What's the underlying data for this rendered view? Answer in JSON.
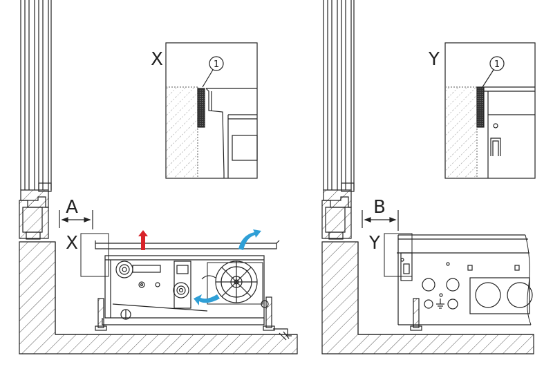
{
  "left": {
    "detail_label": "X",
    "marker_label": "X",
    "dimension_label": "A",
    "callout_number": "1"
  },
  "right": {
    "detail_label": "Y",
    "marker_label": "Y",
    "dimension_label": "B",
    "callout_number": "1"
  },
  "colors": {
    "line": "#222222",
    "hatch": "#555555",
    "airflow_in": "#2f9fd6",
    "airflow_out": "#d8232a",
    "seal": "#333333"
  },
  "icons": [
    "fan-icon",
    "valve-icon",
    "airflow-arrow-icon",
    "ground-symbol-icon"
  ]
}
